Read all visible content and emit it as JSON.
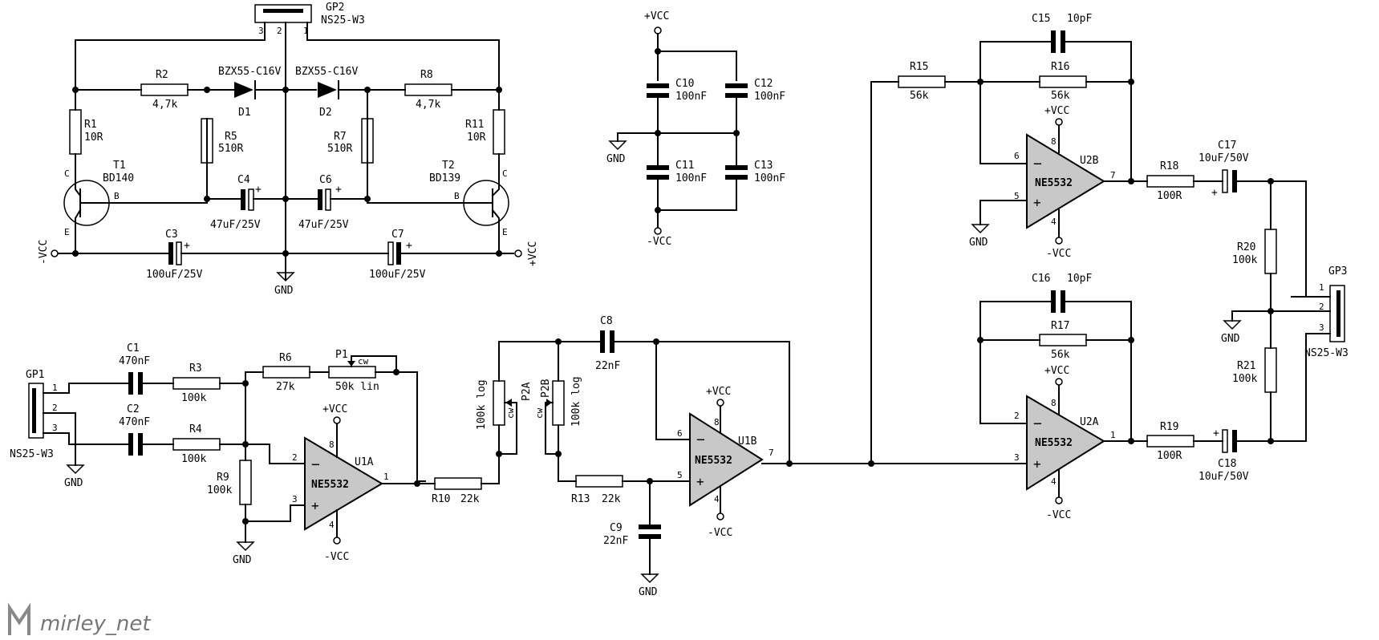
{
  "watermark": "mirley_net",
  "supply": {
    "gp2": {
      "ref": "GP2",
      "value": "NS25-W3",
      "pins": [
        "3",
        "2",
        "1"
      ]
    },
    "r1": {
      "ref": "R1",
      "value": "10R"
    },
    "r2": {
      "ref": "R2",
      "value": "4,7k"
    },
    "r5": {
      "ref": "R5",
      "value": "510R"
    },
    "d1": {
      "ref": "D1",
      "value": "BZX55-C16V"
    },
    "d2": {
      "ref": "D2",
      "value": "BZX55-C16V"
    },
    "r7": {
      "ref": "R7",
      "value": "510R"
    },
    "r8": {
      "ref": "R8",
      "value": "4,7k"
    },
    "r11": {
      "ref": "R11",
      "value": "10R"
    },
    "t1": {
      "ref": "T1",
      "value": "BD140",
      "pins": [
        "C",
        "B",
        "E"
      ]
    },
    "t2": {
      "ref": "T2",
      "value": "BD139",
      "pins": [
        "C",
        "B",
        "E"
      ]
    },
    "c4": {
      "ref": "C4",
      "value": "47uF/25V"
    },
    "c6": {
      "ref": "C6",
      "value": "47uF/25V"
    },
    "c3": {
      "ref": "C3",
      "value": "100uF/25V"
    },
    "c7": {
      "ref": "C7",
      "value": "100uF/25V"
    },
    "neg": "-VCC",
    "pos": "+VCC",
    "gnd": "GND"
  },
  "decoupling": {
    "vcc_top": "+VCC",
    "vcc_bottom": "-VCC",
    "gnd": "GND",
    "c10": {
      "ref": "C10",
      "value": "100nF"
    },
    "c11": {
      "ref": "C11",
      "value": "100nF"
    },
    "c12": {
      "ref": "C12",
      "value": "100nF"
    },
    "c13": {
      "ref": "C13",
      "value": "100nF"
    }
  },
  "input": {
    "gp1": {
      "ref": "GP1",
      "value": "NS25-W3",
      "pins": [
        "1",
        "2",
        "3"
      ]
    },
    "gnd": "GND",
    "c1": {
      "ref": "C1",
      "value": "470nF"
    },
    "c2": {
      "ref": "C2",
      "value": "470nF"
    },
    "r3": {
      "ref": "R3",
      "value": "100k"
    },
    "r4": {
      "ref": "R4",
      "value": "100k"
    },
    "r6": {
      "ref": "R6",
      "value": "27k"
    },
    "p1": {
      "ref": "P1",
      "value": "50k lin",
      "cw": "cw"
    },
    "r9": {
      "ref": "R9",
      "value": "100k"
    },
    "r9gnd": "GND",
    "u1a": {
      "ref": "U1A",
      "part": "NE5532",
      "pins": [
        "2",
        "3",
        "1",
        "8",
        "4"
      ],
      "vcc": "+VCC",
      "vee": "-VCC"
    }
  },
  "filter": {
    "r10": {
      "ref": "R10",
      "value": "22k"
    },
    "p2a": {
      "ref": "P2A",
      "value": "100k log",
      "cw": "cw"
    },
    "p2b": {
      "ref": "P2B",
      "value": "100k log",
      "cw": "cw"
    },
    "c8": {
      "ref": "C8",
      "value": "22nF"
    },
    "r13": {
      "ref": "R13",
      "value": "22k"
    },
    "c9": {
      "ref": "C9",
      "value": "22nF"
    },
    "gnd": "GND",
    "u1b": {
      "ref": "U1B",
      "part": "NE5532",
      "pins": [
        "6",
        "5",
        "7",
        "8",
        "4"
      ],
      "vcc": "+VCC",
      "vee": "-VCC"
    }
  },
  "output": {
    "r15": {
      "ref": "R15",
      "value": "56k"
    },
    "r16": {
      "ref": "R16",
      "value": "56k"
    },
    "c15": {
      "ref": "C15",
      "value": "10pF"
    },
    "u2b": {
      "ref": "U2B",
      "part": "NE5532",
      "pins": [
        "6",
        "5",
        "7",
        "8",
        "4"
      ],
      "vcc": "+VCC",
      "vee": "-VCC"
    },
    "gnd_u2b": "GND",
    "r18": {
      "ref": "R18",
      "value": "100R"
    },
    "c17": {
      "ref": "C17",
      "value": "10uF/50V"
    },
    "r20": {
      "ref": "R20",
      "value": "100k"
    },
    "gp3": {
      "ref": "GP3",
      "value": "NS25-W3",
      "pins": [
        "1",
        "2",
        "3"
      ]
    },
    "gnd_gp3": "GND",
    "r21": {
      "ref": "R21",
      "value": "100k"
    },
    "c16": {
      "ref": "C16",
      "value": "10pF"
    },
    "r17": {
      "ref": "R17",
      "value": "56k"
    },
    "u2a": {
      "ref": "U2A",
      "part": "NE5532",
      "pins": [
        "2",
        "3",
        "1",
        "8",
        "4"
      ],
      "vcc": "+VCC",
      "vee": "-VCC"
    },
    "r19": {
      "ref": "R19",
      "value": "100R"
    },
    "c18": {
      "ref": "C18",
      "value": "10uF/50V"
    }
  }
}
